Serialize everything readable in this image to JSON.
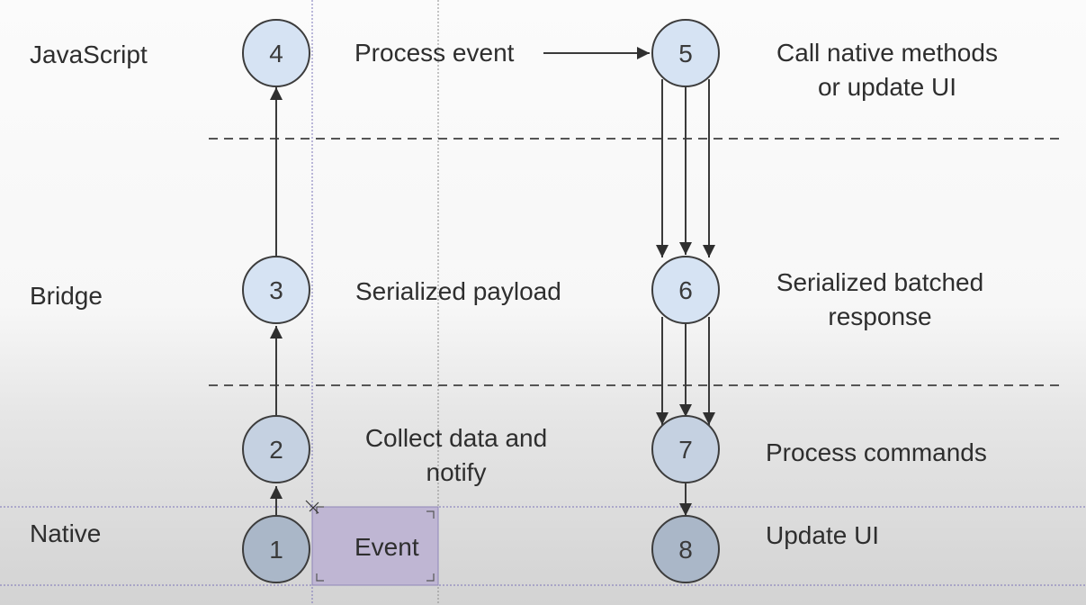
{
  "layers": {
    "javascript": "JavaScript",
    "bridge": "Bridge",
    "native": "Native"
  },
  "nodes": [
    "1",
    "2",
    "3",
    "4",
    "5",
    "6",
    "7",
    "8"
  ],
  "steps": {
    "s4": "Process event",
    "s5": [
      "Call native methods",
      "or update UI"
    ],
    "s3": "Serialized payload",
    "s6": [
      "Serialized batched",
      "response"
    ],
    "s2": [
      "Collect data and",
      "notify"
    ],
    "s7": "Process commands",
    "s1": "Event",
    "s8": "Update UI"
  },
  "colors": {
    "node_light": "#d6e3f3",
    "node_mid": "#c5d1e1",
    "node_dark": "#aab7c8",
    "event_box": "#bfb6d3",
    "stroke": "#3c3c3c"
  }
}
